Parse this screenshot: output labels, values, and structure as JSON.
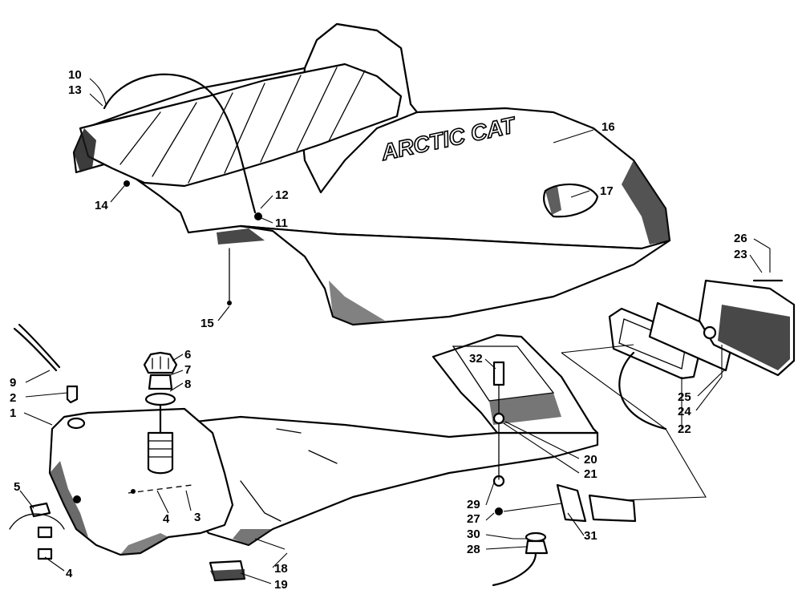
{
  "logo_text": "ARCTIC CAT",
  "callouts": [
    {
      "id": "c1",
      "label": "1"
    },
    {
      "id": "c2",
      "label": "2"
    },
    {
      "id": "c3",
      "label": "3"
    },
    {
      "id": "c4a",
      "label": "4"
    },
    {
      "id": "c4b",
      "label": "4"
    },
    {
      "id": "c5",
      "label": "5"
    },
    {
      "id": "c6",
      "label": "6"
    },
    {
      "id": "c7",
      "label": "7"
    },
    {
      "id": "c8",
      "label": "8"
    },
    {
      "id": "c9",
      "label": "9"
    },
    {
      "id": "c10",
      "label": "10"
    },
    {
      "id": "c11",
      "label": "11"
    },
    {
      "id": "c12",
      "label": "12"
    },
    {
      "id": "c13",
      "label": "13"
    },
    {
      "id": "c14",
      "label": "14"
    },
    {
      "id": "c15",
      "label": "15"
    },
    {
      "id": "c16",
      "label": "16"
    },
    {
      "id": "c17",
      "label": "17"
    },
    {
      "id": "c18",
      "label": "18"
    },
    {
      "id": "c19",
      "label": "19"
    },
    {
      "id": "c20",
      "label": "20"
    },
    {
      "id": "c21",
      "label": "21"
    },
    {
      "id": "c22",
      "label": "22"
    },
    {
      "id": "c23",
      "label": "23"
    },
    {
      "id": "c24",
      "label": "24"
    },
    {
      "id": "c25",
      "label": "25"
    },
    {
      "id": "c26",
      "label": "26"
    },
    {
      "id": "c27",
      "label": "27"
    },
    {
      "id": "c28",
      "label": "28"
    },
    {
      "id": "c29",
      "label": "29"
    },
    {
      "id": "c30",
      "label": "30"
    },
    {
      "id": "c31",
      "label": "31"
    },
    {
      "id": "c32",
      "label": "32"
    }
  ],
  "colors": {
    "ink": "#000000",
    "paper": "#ffffff"
  }
}
